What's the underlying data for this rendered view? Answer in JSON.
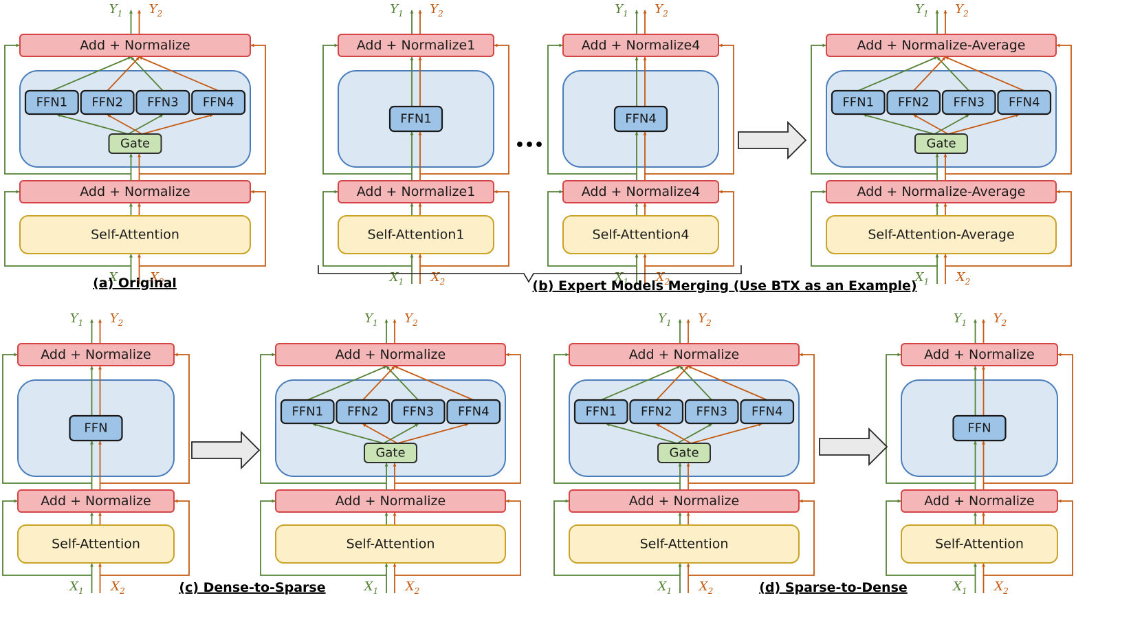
{
  "colors": {
    "green": "#548235",
    "orange": "#C55A11",
    "norm_fill": "#F4B6B6",
    "norm_stroke": "#D64545",
    "attn_fill": "#FDF0C8",
    "attn_stroke": "#C9A227",
    "moe_fill": "#DCE7F4",
    "moe_stroke": "#4A7EBB",
    "ffn_fill": "#9DC3E6",
    "ffn_stroke": "#1A1A1A",
    "gate_fill": "#C9E3B5",
    "gate_stroke": "#2E2E2E",
    "arrow_fill": "#EAEAEA"
  },
  "io": {
    "x1": "X",
    "x2": "X",
    "y1": "Y",
    "y2": "Y",
    "sub1": "1",
    "sub2": "2"
  },
  "panels": {
    "a": {
      "caption": "(a) Original",
      "norm": "Add + Normalize",
      "attention": "Self-Attention",
      "experts": [
        "FFN1",
        "FFN2",
        "FFN3",
        "FFN4"
      ],
      "gate": "Gate"
    },
    "b": {
      "caption": "(b) Expert Models Merging (Use BTX as an Example)",
      "expert1": {
        "norm": "Add + Normalize1",
        "attention": "Self-Attention1",
        "ffn": "FFN1"
      },
      "expert4": {
        "norm": "Add + Normalize4",
        "attention": "Self-Attention4",
        "ffn": "FFN4"
      },
      "ellipsis": "•••",
      "merged": {
        "norm": "Add + Normalize-Average",
        "attention": "Self-Attention-Average",
        "experts": [
          "FFN1",
          "FFN2",
          "FFN3",
          "FFN4"
        ],
        "gate": "Gate"
      }
    },
    "c": {
      "caption": "(c) Dense-to-Sparse",
      "dense": {
        "norm": "Add + Normalize",
        "attention": "Self-Attention",
        "ffn": "FFN"
      },
      "sparse": {
        "norm": "Add + Normalize",
        "attention": "Self-Attention",
        "experts": [
          "FFN1",
          "FFN2",
          "FFN3",
          "FFN4"
        ],
        "gate": "Gate"
      }
    },
    "d": {
      "caption": "(d) Sparse-to-Dense",
      "sparse": {
        "norm": "Add + Normalize",
        "attention": "Self-Attention",
        "experts": [
          "FFN1",
          "FFN2",
          "FFN3",
          "FFN4"
        ],
        "gate": "Gate"
      },
      "dense": {
        "norm": "Add + Normalize",
        "attention": "Self-Attention",
        "ffn": "FFN"
      }
    }
  }
}
